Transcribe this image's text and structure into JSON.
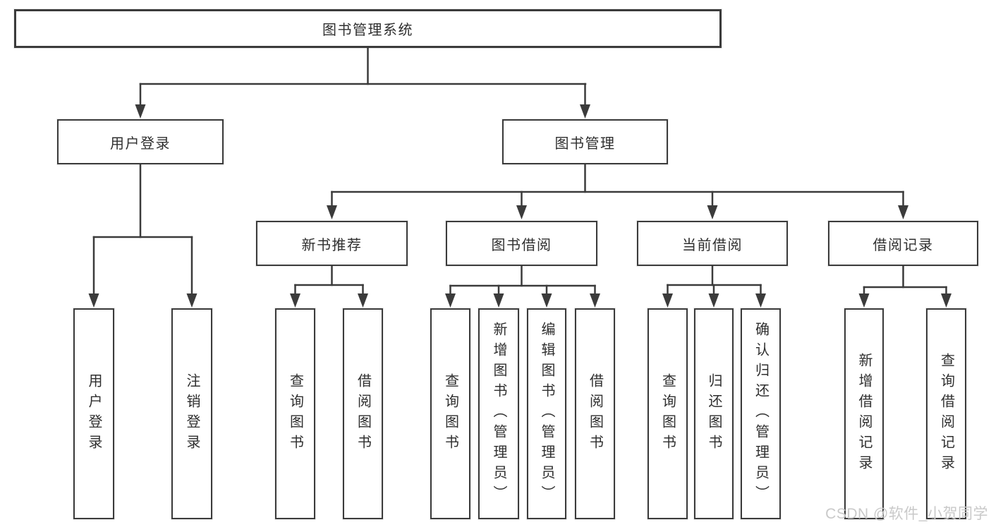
{
  "tree": {
    "type": "hierarchy-diagram",
    "root": {
      "label": "图书管理系统"
    },
    "level2": [
      {
        "label": "用户登录",
        "children": [
          {
            "label": "用户登录"
          },
          {
            "label": "注销登录"
          }
        ]
      },
      {
        "label": "图书管理",
        "children": [
          {
            "label": "新书推荐",
            "children": [
              {
                "label": "查询图书"
              },
              {
                "label": "借阅图书"
              }
            ]
          },
          {
            "label": "图书借阅",
            "children": [
              {
                "label": "查询图书"
              },
              {
                "label": "新增图书（管理员）"
              },
              {
                "label": "编辑图书（管理员）"
              },
              {
                "label": "借阅图书"
              }
            ]
          },
          {
            "label": "当前借阅",
            "children": [
              {
                "label": "查询图书"
              },
              {
                "label": "归还图书"
              },
              {
                "label": "确认归还（管理员）"
              }
            ]
          },
          {
            "label": "借阅记录",
            "children": [
              {
                "label": "新增借阅记录"
              },
              {
                "label": "查询借阅记录"
              }
            ]
          }
        ]
      }
    ]
  },
  "watermark": {
    "text": "CSDN @软件_小贺同学"
  },
  "colors": {
    "line": "#3b3b3b",
    "border": "#3b3b3b",
    "text": "#2f2f2f",
    "watermark": "#c9c9c9",
    "background": "#ffffff"
  }
}
